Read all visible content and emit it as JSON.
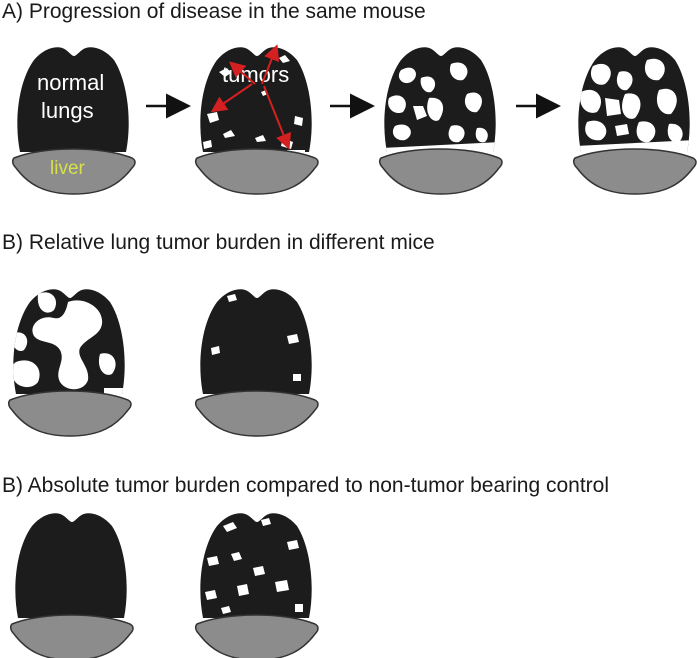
{
  "panels": {
    "a": {
      "heading": "A) Progression of disease in the same mouse"
    },
    "b": {
      "heading": "B) Relative lung tumor burden in different mice"
    },
    "c": {
      "heading": "B) Absolute tumor burden compared to non-tumor bearing control"
    }
  },
  "labels": {
    "normal_line1": "normal",
    "normal_line2": "lungs",
    "liver": "liver",
    "tumors": "tumors"
  },
  "colors": {
    "lung": "#1c1c1c",
    "tumor": "#ffffff",
    "liver_fill": "#8c8c8c",
    "liver_label": "#d7e04a",
    "tumor_arrow": "#d42020",
    "flow_arrow": "#111111"
  }
}
